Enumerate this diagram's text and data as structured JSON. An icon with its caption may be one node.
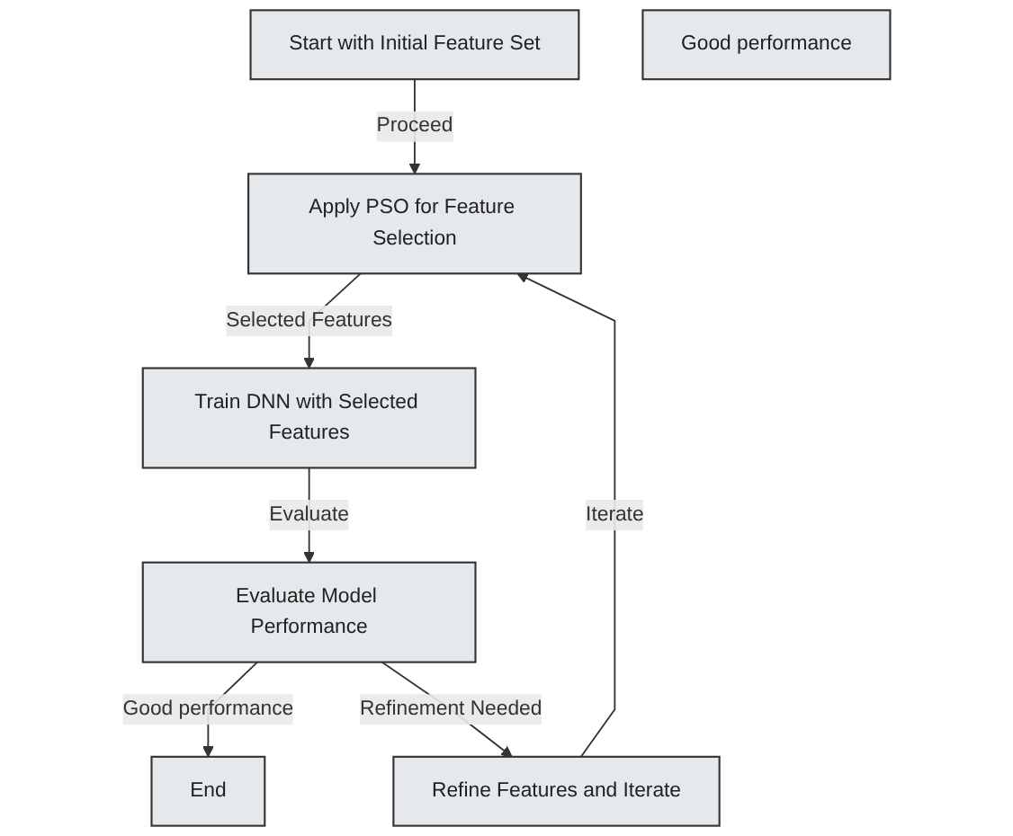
{
  "diagram": {
    "nodes": [
      {
        "text": [
          "Start with Initial Feature Set"
        ]
      },
      {
        "text": [
          "Good performance"
        ]
      },
      {
        "text": [
          "Apply PSO for Feature Selection"
        ]
      },
      {
        "text": [
          "Train DNN with Selected Features"
        ]
      },
      {
        "text": [
          "Evaluate Model Performance"
        ]
      },
      {
        "text": [
          "End"
        ]
      },
      {
        "text": [
          "Refine Features and Iterate"
        ]
      }
    ],
    "edges": [
      {
        "from": 0,
        "to": 2,
        "label": "Proceed",
        "arrow": "to"
      },
      {
        "from": 2,
        "to": 3,
        "label": "Selected Features",
        "arrow": "to"
      },
      {
        "from": 3,
        "to": 4,
        "label": "Evaluate",
        "arrow": "to"
      },
      {
        "from": 4,
        "to": 5,
        "label": "Good performance",
        "arrow": "to"
      },
      {
        "from": 4,
        "to": 6,
        "label": "Refinement Needed",
        "arrow": "to"
      },
      {
        "from": 6,
        "to": 2,
        "label": "Iterate",
        "arrow": "to"
      }
    ]
  }
}
